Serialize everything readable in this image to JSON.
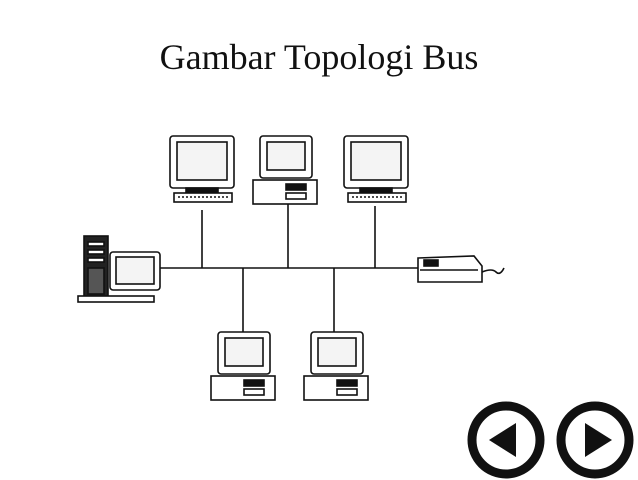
{
  "title": "Gambar Topologi Bus",
  "colors": {
    "stroke": "#111111",
    "background": "#ffffff",
    "screen": "#f4f4f4"
  },
  "icons": {
    "back": "triangle-left-circle-icon",
    "forward": "triangle-right-circle-icon"
  },
  "diagram": {
    "nodes": [
      {
        "name": "node-top-left",
        "kind": "crt-monitor-keyboard"
      },
      {
        "name": "node-top-middle",
        "kind": "desktop-computer"
      },
      {
        "name": "node-top-right",
        "kind": "crt-monitor-keyboard"
      },
      {
        "name": "node-left-server",
        "kind": "tower-server"
      },
      {
        "name": "node-bottom-left",
        "kind": "desktop-computer"
      },
      {
        "name": "node-bottom-right",
        "kind": "desktop-computer"
      },
      {
        "name": "node-right-printer",
        "kind": "printer"
      }
    ]
  }
}
